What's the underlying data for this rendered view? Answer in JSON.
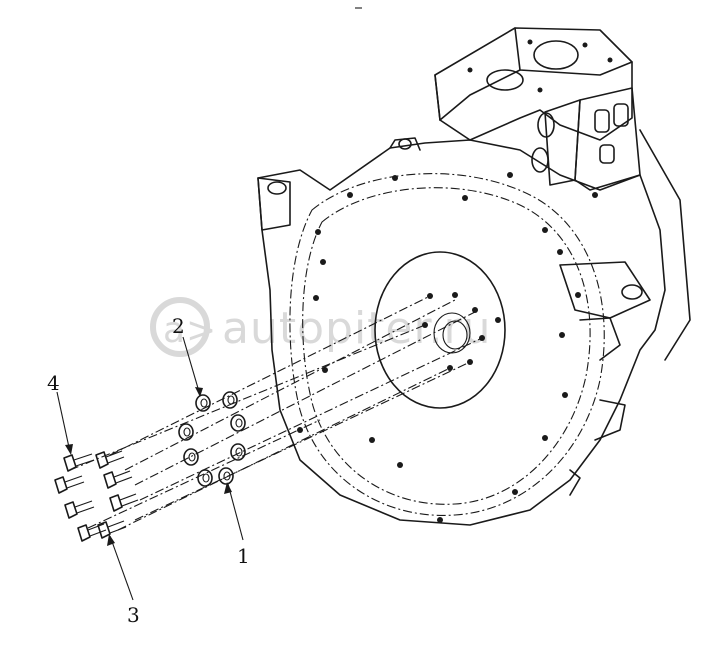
{
  "watermark": {
    "text": "autopiter.ru",
    "symbol": "a>"
  },
  "callouts": {
    "c1": "1",
    "c2": "2",
    "c3": "3",
    "c4": "4"
  },
  "icons": {
    "watermark": "autopiter-logo-icon"
  },
  "colors": {
    "line": "#1a1a1a",
    "watermark": "#d9d9d9",
    "background": "#ffffff"
  }
}
